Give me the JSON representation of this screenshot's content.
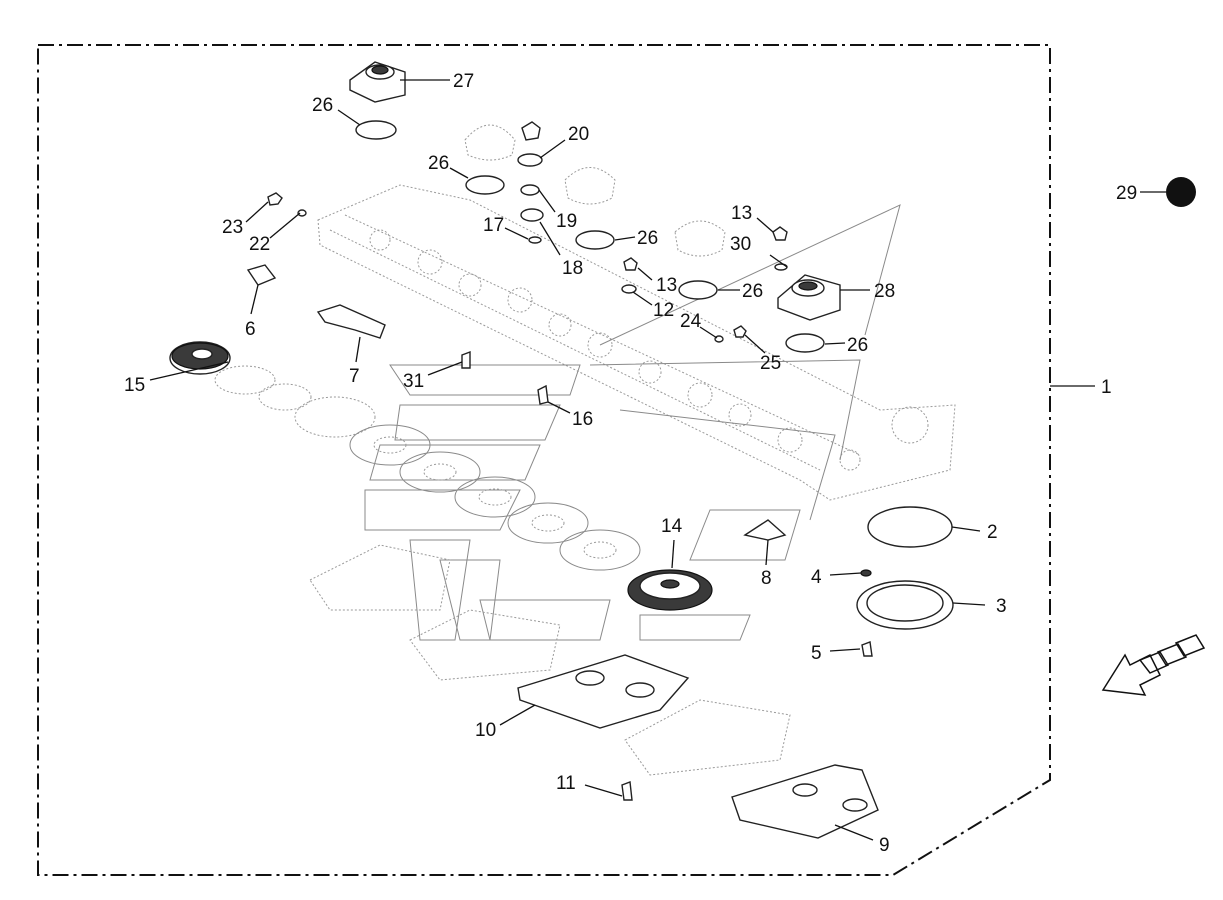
{
  "callouts": {
    "c1": "1",
    "c2": "2",
    "c3": "3",
    "c4": "4",
    "c5": "5",
    "c6": "6",
    "c7": "7",
    "c8": "8",
    "c9": "9",
    "c10": "10",
    "c11": "11",
    "c12": "12",
    "c13a": "13",
    "c13b": "13",
    "c14": "14",
    "c15": "15",
    "c16": "16",
    "c17": "17",
    "c18": "18",
    "c19": "19",
    "c20": "20",
    "c22": "22",
    "c23": "23",
    "c24": "24",
    "c25": "25",
    "c26a": "26",
    "c26b": "26",
    "c26c": "26",
    "c26d": "26",
    "c26e": "26",
    "c27": "27",
    "c28": "28",
    "c29": "29",
    "c30": "30",
    "c31": "31"
  },
  "icons": {
    "travel_direction": "direction-arrow-icon",
    "set_marker": "filled-circle-icon"
  },
  "colors": {
    "line": "#111111",
    "ghost": "#9a9a9a"
  }
}
